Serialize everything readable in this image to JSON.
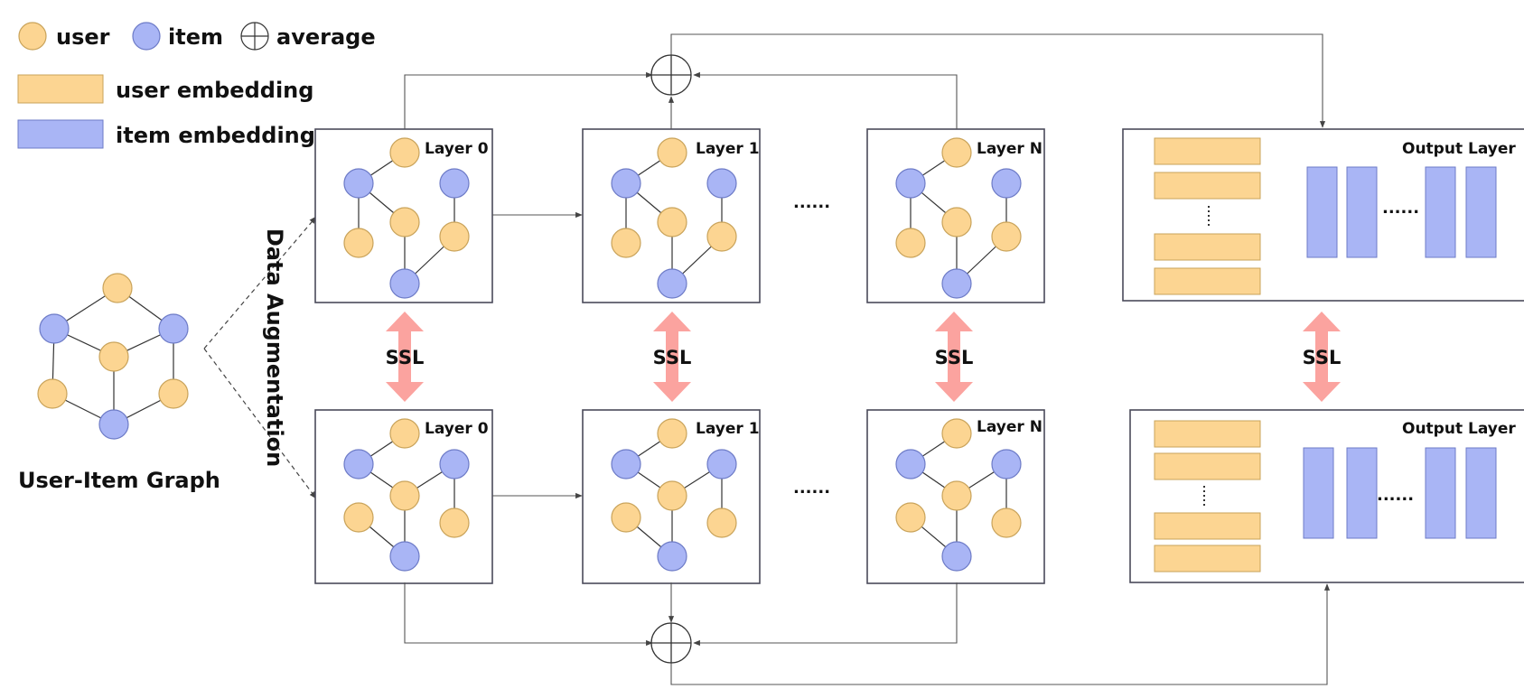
{
  "legend": {
    "user_label": "user",
    "item_label": "item",
    "average_label": "average",
    "user_embedding_label": "user embedding",
    "item_embedding_label": "item embedding"
  },
  "graph": {
    "title": "User-Item Graph",
    "augmentation_label": "Data Augmentation"
  },
  "layers": {
    "top": [
      "Layer 0",
      "Layer 1",
      "Layer N"
    ],
    "bottom": [
      "Layer 0",
      "Layer 1",
      "Layer N"
    ],
    "ellipsis": "......"
  },
  "output": {
    "top_label": "Output Layer",
    "bottom_label": "Output Layer",
    "ellipsis": "......"
  },
  "ssl_label": "SSL",
  "colors": {
    "user": "#FCD592",
    "user_stroke": "#C9A35A",
    "item": "#A9B5F5",
    "item_stroke": "#6D7BC7",
    "ssl_arrow": "#FBA39F"
  }
}
